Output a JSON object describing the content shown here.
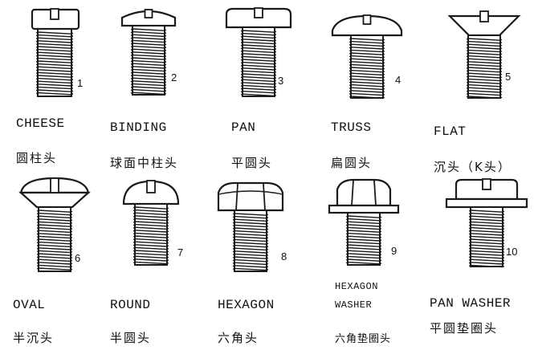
{
  "screws": [
    {
      "number": "1",
      "name_en": "CHEESE",
      "name_cn": "圆柱头",
      "head": "cheese-head-icon"
    },
    {
      "number": "2",
      "name_en": "BINDING",
      "name_cn": "球面中柱头",
      "head": "binding-head-icon"
    },
    {
      "number": "3",
      "name_en": "PAN",
      "name_cn": "平圆头",
      "head": "pan-head-icon"
    },
    {
      "number": "4",
      "name_en": "TRUSS",
      "name_cn": "扁圆头",
      "head": "truss-head-icon"
    },
    {
      "number": "5",
      "name_en": "FLAT",
      "name_cn": "沉头（K头）",
      "head": "flat-head-icon"
    },
    {
      "number": "6",
      "name_en": "OVAL",
      "name_cn": "半沉头",
      "head": "oval-head-icon"
    },
    {
      "number": "7",
      "name_en": "ROUND",
      "name_cn": "半圆头",
      "head": "round-head-icon"
    },
    {
      "number": "8",
      "name_en": "HEXAGON",
      "name_cn": "六角头",
      "head": "hexagon-head-icon"
    },
    {
      "number": "9",
      "name_en": "HEXAGON WASHER",
      "name_en_lines": [
        "HEXAGON",
        "WASHER"
      ],
      "name_cn": "六角垫圈头",
      "head": "hexagon-washer-head-icon"
    },
    {
      "number": "10",
      "name_en": "PAN WASHER",
      "name_cn": "平圆垫圈头",
      "head": "pan-washer-head-icon"
    }
  ]
}
